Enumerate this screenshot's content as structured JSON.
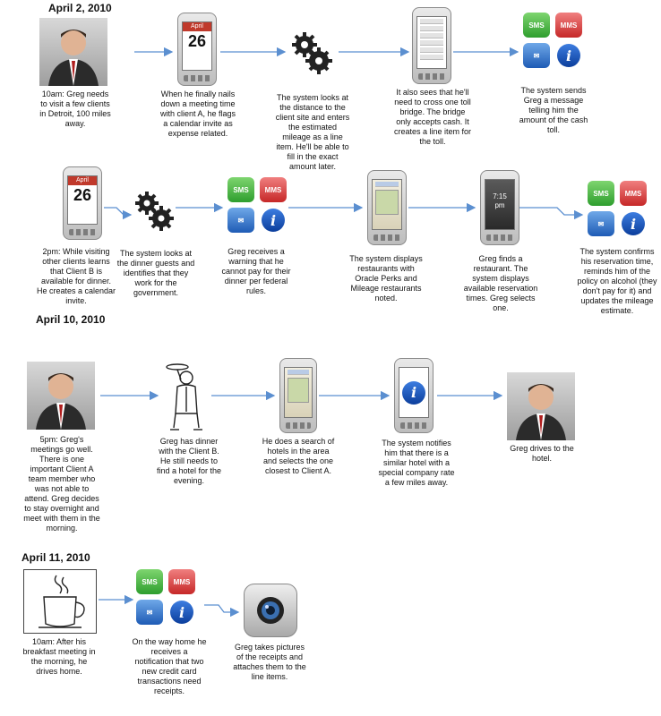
{
  "dates": {
    "d1": "April 2, 2010",
    "d2": "April 10, 2010",
    "d3": "April 11, 2010"
  },
  "icons": {
    "sms": "SMS",
    "mms": "MMS",
    "info": "i",
    "calendar_month": "April",
    "calendar_day": "26",
    "clock_time": "7:15\npm"
  },
  "steps": {
    "r1s1": "10am: Greg needs to visit a few clients in Detroit, 100 miles away.",
    "r1s2": "When he finally nails down a meeting time with client A, he flags a calendar invite as expense related.",
    "r1s3": "The system looks at the distance to the client site and enters the estimated mileage as a line item. He'll be able to fill in the exact amount later.",
    "r1s4": "It also sees that he'll need to cross one toll bridge. The bridge only accepts cash. It creates a line item for the toll.",
    "r1s5": "The system sends Greg a message telling him the amount of the cash toll.",
    "r2s1": "2pm: While visiting other clients learns that Client B is available for dinner. He creates a calendar invite.",
    "r2s2": "The system looks at the dinner guests and identifies that they work for the government.",
    "r2s3": "Greg receives a warning that he cannot pay for their dinner per federal rules.",
    "r2s4": "The system displays restaurants with Oracle Perks and Mileage restaurants noted.",
    "r2s5": "Greg finds a restaurant. The system displays available reservation times. Greg selects one.",
    "r2s6": "The system confirms his reservation time, reminds him of the policy on alcohol (they don't pay for it) and updates the mileage estimate.",
    "r3s1": "5pm: Greg's meetings go well. There is one important Client A team member who was not able to attend. Greg decides to stay overnight and meet with them in the morning.",
    "r3s2": "Greg has dinner with the Client B. He still needs to find a hotel for the evening.",
    "r3s3": "He does a search of hotels in the area and selects the one closest to Client A.",
    "r3s4": "The system notifies him that there is a similar hotel with a special company rate a few miles away.",
    "r3s5": "Greg drives to the hotel.",
    "r4s1": "10am: After his breakfast meeting in the morning, he drives home.",
    "r4s2": "On the way home he receives a notification that two new credit card transactions need receipts.",
    "r4s3": "Greg takes pictures of the receipts and attaches them to the line items."
  },
  "colors": {
    "arrow": "#5b8fd0",
    "sms": "#2e9e2e",
    "mms": "#c62828",
    "mail": "#1e5bb5",
    "info": "#0b3e9c",
    "calendar": "#c0392b"
  }
}
